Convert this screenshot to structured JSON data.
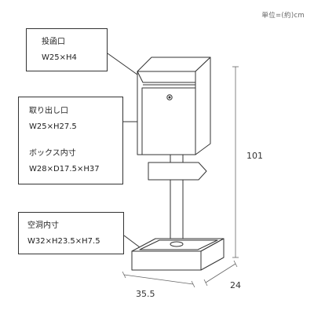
{
  "unit_note": "単位=(約)cm",
  "callouts": {
    "slot": {
      "title": "投函口",
      "size": "W25×H4"
    },
    "outlet": {
      "title": "取り出し口",
      "size": "W25×H27.5",
      "box_title": "ボックス内寸",
      "box_size": "W28×D17.5×H37"
    },
    "base_cavity": {
      "title": "空洞内寸",
      "size": "W32×H23.5×H7.5"
    }
  },
  "dimensions": {
    "height": "101",
    "width": "35.5",
    "depth": "24"
  }
}
